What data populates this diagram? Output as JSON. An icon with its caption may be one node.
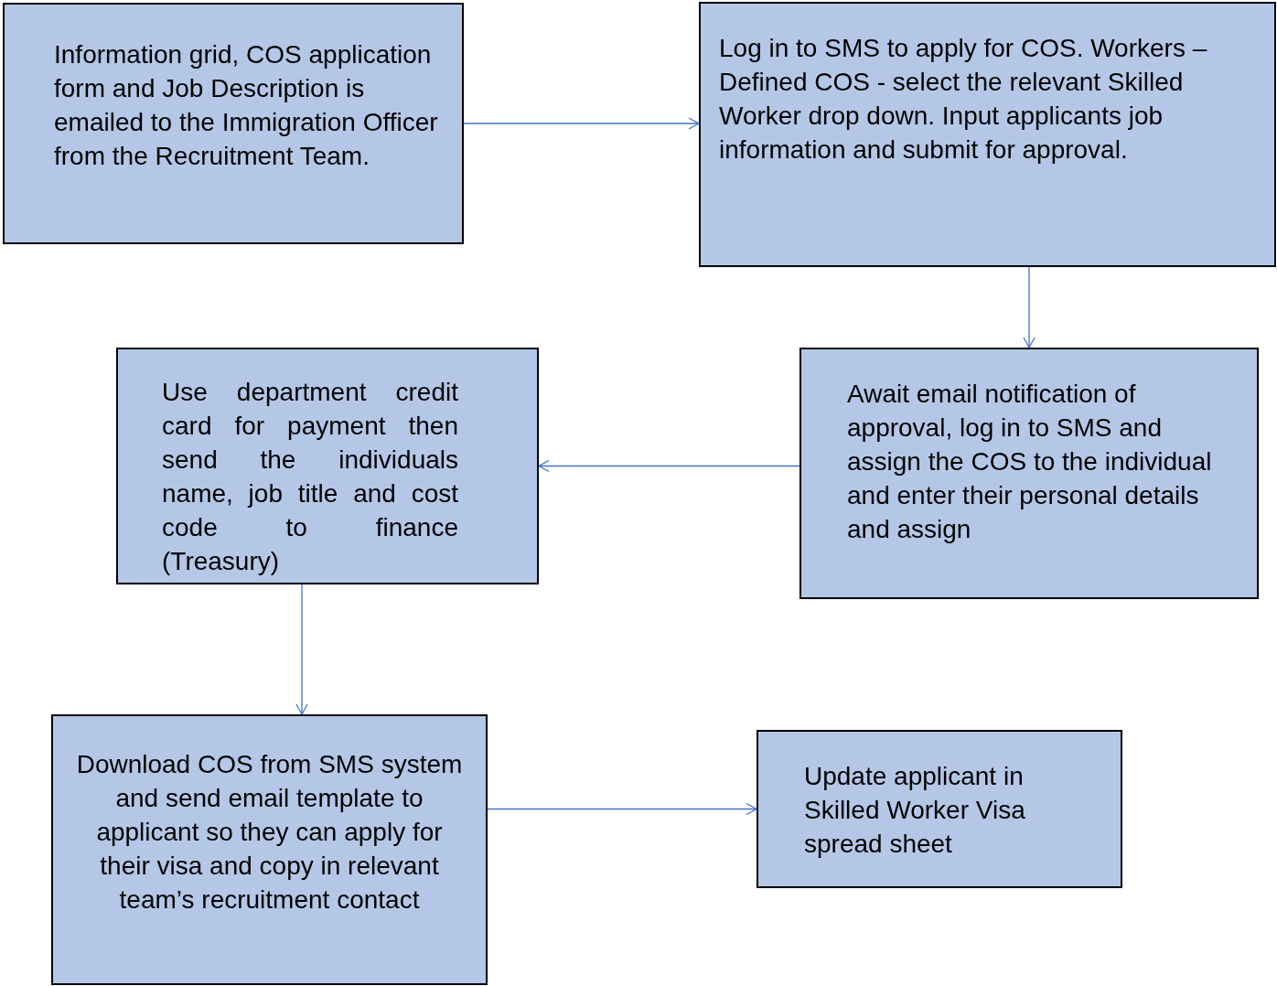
{
  "diagram": {
    "nodes": [
      {
        "text": [
          "Information grid, COS application form and Job Description is emailed to the Immigration Officer from the Recruitment Team."
        ]
      },
      {
        "text": [
          "Log in to SMS to apply for COS. Workers – Defined COS - select the relevant Skilled Worker drop down. Input applicants job information and submit for approval."
        ]
      },
      {
        "text": [
          "Await email notification of approval, log in to SMS and assign the COS to the individual and enter their personal details and assign"
        ]
      },
      {
        "text": [
          "Use department credit card for payment then send the individuals name, job title and cost code to finance (Treasury)"
        ]
      },
      {
        "text": [
          "Download COS from SMS system and send email template to applicant so they can apply for their visa and copy in relevant team’s recruitment contact"
        ]
      },
      {
        "text": [
          "Update applicant in Skilled Worker Visa spread sheet"
        ]
      }
    ],
    "edges": [
      {
        "from": 0,
        "to": 1,
        "arrow": "to"
      },
      {
        "from": 1,
        "to": 2,
        "arrow": "to"
      },
      {
        "from": 2,
        "to": 3,
        "arrow": "to"
      },
      {
        "from": 3,
        "to": 4,
        "arrow": "to"
      },
      {
        "from": 4,
        "to": 5,
        "arrow": "to"
      }
    ]
  }
}
